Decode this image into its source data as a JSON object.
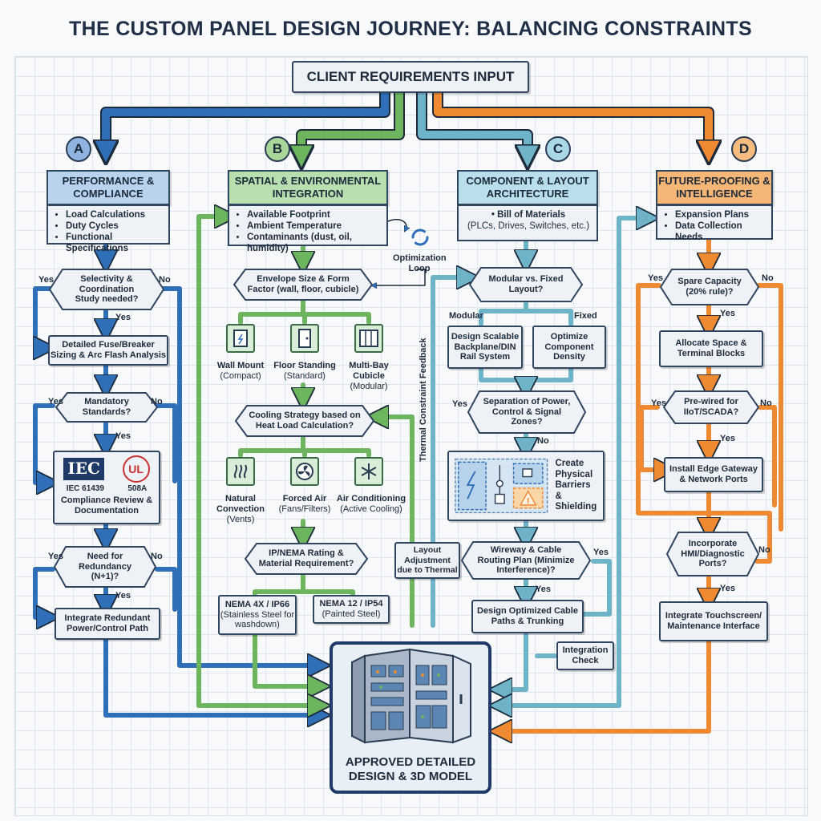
{
  "title": "THE CUSTOM PANEL DESIGN JOURNEY: BALANCING CONSTRAINTS",
  "client_input": "CLIENT REQUIREMENTS INPUT",
  "colors": {
    "blue": "#2f6fb8",
    "green": "#6cb45e",
    "teal": "#6fb3c8",
    "orange": "#ef8a32",
    "outline": "#30465f"
  },
  "col_a": {
    "letter": "A",
    "header": "PERFORMANCE & COMPLIANCE",
    "items": [
      "Load Calculations",
      "Duty Cycles",
      "Functional Specifications"
    ],
    "dec1": "Selectivity & Coordination Study needed?",
    "proc1": "Detailed Fuse/Breaker Sizing & Arc Flash Analysis",
    "dec2": "Mandatory Standards?",
    "logo_iec": "IEC",
    "logo_ul": "UL",
    "std1": "IEC 61439",
    "std2": "508A",
    "std_caption": "Compliance Review & Documentation",
    "dec3": "Need for Redundancy (N+1)?",
    "proc3": "Integrate Redundant Power/Control Path"
  },
  "col_b": {
    "letter": "B",
    "header": "SPATIAL & ENVIRONMENTAL INTEGRATION",
    "items": [
      "Available Footprint",
      "Ambient Temperature",
      "Contaminants (dust, oil, humidity)"
    ],
    "loop_label": "Optimization Loop",
    "dec1": "Envelope Size & Form Factor (wall, floor, cubicle)",
    "opt1": {
      "title": "Wall Mount",
      "sub": "(Compact)"
    },
    "opt2": {
      "title": "Floor Standing",
      "sub": "(Standard)"
    },
    "opt3": {
      "title": "Multi-Bay Cubicle",
      "sub": "(Modular)"
    },
    "dec2": "Cooling Strategy based on Heat Load Calculation?",
    "cool1": {
      "title": "Natural Convection",
      "sub": "(Vents)"
    },
    "cool2": {
      "title": "Forced Air",
      "sub": "(Fans/Filters)"
    },
    "cool3": {
      "title": "Air Conditioning",
      "sub": "(Active Cooling)"
    },
    "dec3": "IP/NEMA Rating & Material Requirement?",
    "nema1": {
      "title": "NEMA 4X / IP66",
      "sub": "(Stainless Steel for washdown)"
    },
    "nema2": {
      "title": "NEMA 12 / IP54",
      "sub": "(Painted Steel)"
    },
    "layout_adj": "Layout Adjustment due to Thermal"
  },
  "col_c": {
    "letter": "C",
    "header": "COMPONENT & LAYOUT ARCHITECTURE",
    "bom_title": "Bill of Materials",
    "bom_sub": "(PLCs, Drives, Switches, etc.)",
    "dec1": "Modular vs. Fixed Layout?",
    "branch_modular": "Modular",
    "branch_fixed": "Fixed",
    "proc_mod": "Design Scalable Backplane/DIN Rail System",
    "proc_fix": "Optimize Component Density",
    "dec2": "Separation of Power, Control & Signal Zones?",
    "barriers": "Create Physical Barriers & Shielding",
    "dec3": "Wireway & Cable Routing Plan (Minimize Interference)?",
    "proc3": "Design Optimized Cable Paths & Trunking",
    "thermal_feedback": "Thermal Constraint Feedback",
    "integration": "Integration Check"
  },
  "col_d": {
    "letter": "D",
    "header": "FUTURE-PROOFING & INTELLIGENCE",
    "items": [
      "Expansion Plans",
      "Data Collection Needs"
    ],
    "dec1": "Spare Capacity (20% rule)?",
    "proc1": "Allocate Space & Terminal Blocks",
    "dec2": "Pre-wired for IIoT/SCADA?",
    "proc2": "Install Edge Gateway & Network Ports",
    "dec3": "Incorporate HMI/Diagnostic Ports?",
    "proc3": "Integrate Touchscreen/ Maintenance Interface"
  },
  "labels": {
    "yes": "Yes",
    "no": "No"
  },
  "final": "APPROVED DETAILED DESIGN & 3D MODEL"
}
